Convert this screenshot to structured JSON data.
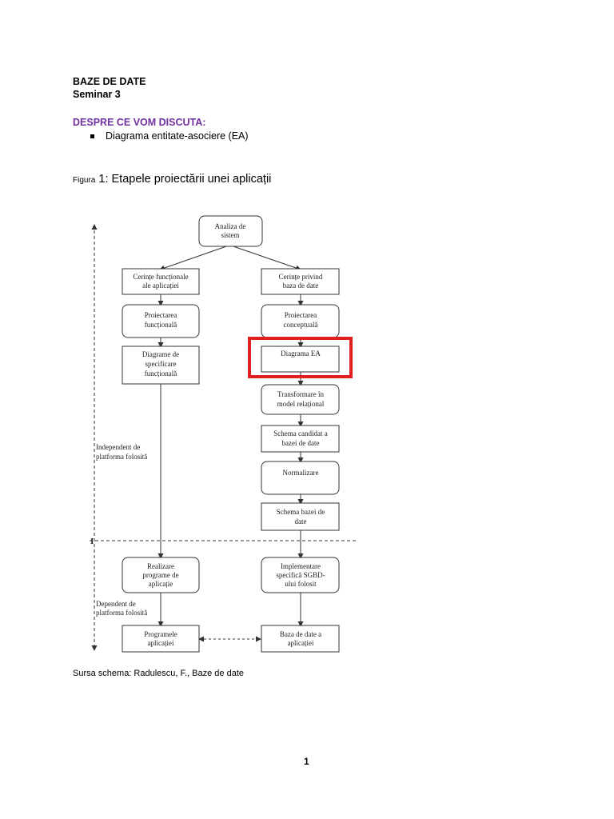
{
  "header": {
    "title": "BAZE DE DATE",
    "subtitle": "Seminar 3"
  },
  "topics": {
    "heading": "DESPRE CE VOM DISCUTA:",
    "items": [
      "Diagrama entitate-asociere (EA)"
    ]
  },
  "figure": {
    "label_prefix": "Figura",
    "label_num": "1:",
    "caption": "Etapele proiectării unei aplicații",
    "nodes": {
      "analiza": [
        "Analiza de",
        "sistem"
      ],
      "cerinte_func": [
        "Cerințe funcționale",
        "ale aplicației"
      ],
      "cerinte_bd": [
        "Cerințe privind",
        "baza de date"
      ],
      "proiectare_func": [
        "Proiectarea",
        "funcțională"
      ],
      "proiectare_conc": [
        "Proiectarea",
        "conceptuală"
      ],
      "diagrame_spec": [
        "Diagrame de",
        "specificare",
        "funcțională"
      ],
      "diagrama_ea": [
        "Diagrama EA"
      ],
      "transformare": [
        "Transformare în",
        "model relațional"
      ],
      "schema_candidat": [
        "Schema candidat a",
        "bazei de date"
      ],
      "normalizare": [
        "Normalizare"
      ],
      "schema_bazei": [
        "Schema bazei de",
        "date"
      ],
      "realizare": [
        "Realizare",
        "programe de",
        "aplicație"
      ],
      "implementare": [
        "Implementare",
        "specifică SGBD-",
        "ului folosit"
      ],
      "programele": [
        "Programele",
        "aplicației"
      ],
      "baza_date_app": [
        "Baza de date a",
        "aplicației"
      ],
      "independent": [
        "Independent de",
        "platforma folosită"
      ],
      "dependent": [
        "Dependent de",
        "platforma folosită"
      ]
    },
    "highlight_color": "#e0201f"
  },
  "source": "Sursa schema: Radulescu, F., Baze de date",
  "page_number": "1"
}
